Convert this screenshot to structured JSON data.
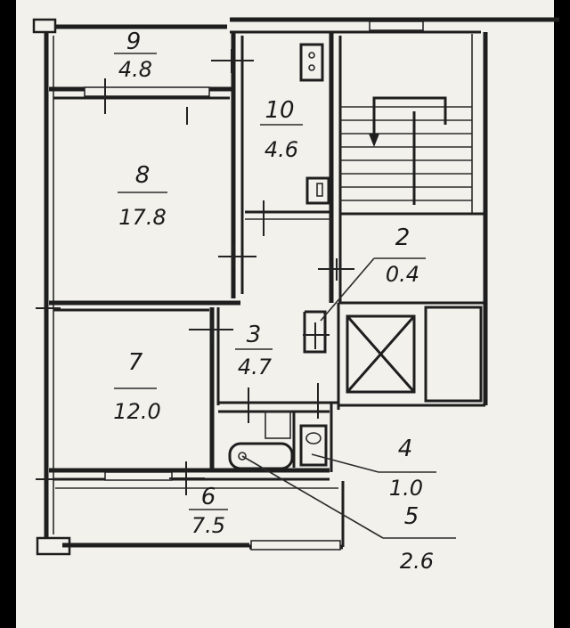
{
  "rooms": [
    {
      "id": "9",
      "area": "4.8"
    },
    {
      "id": "10",
      "area": "4.6"
    },
    {
      "id": "8",
      "area": "17.8"
    },
    {
      "id": "2",
      "area": "0.4"
    },
    {
      "id": "3",
      "area": "4.7"
    },
    {
      "id": "7",
      "area": "12.0"
    },
    {
      "id": "4",
      "area": "1.0"
    },
    {
      "id": "5",
      "area": "2.6"
    },
    {
      "id": "6",
      "area": "7.5"
    }
  ],
  "colors": {
    "paper": "#f2f1ec",
    "ink": "#1e1e1e",
    "frame": "#000000"
  }
}
